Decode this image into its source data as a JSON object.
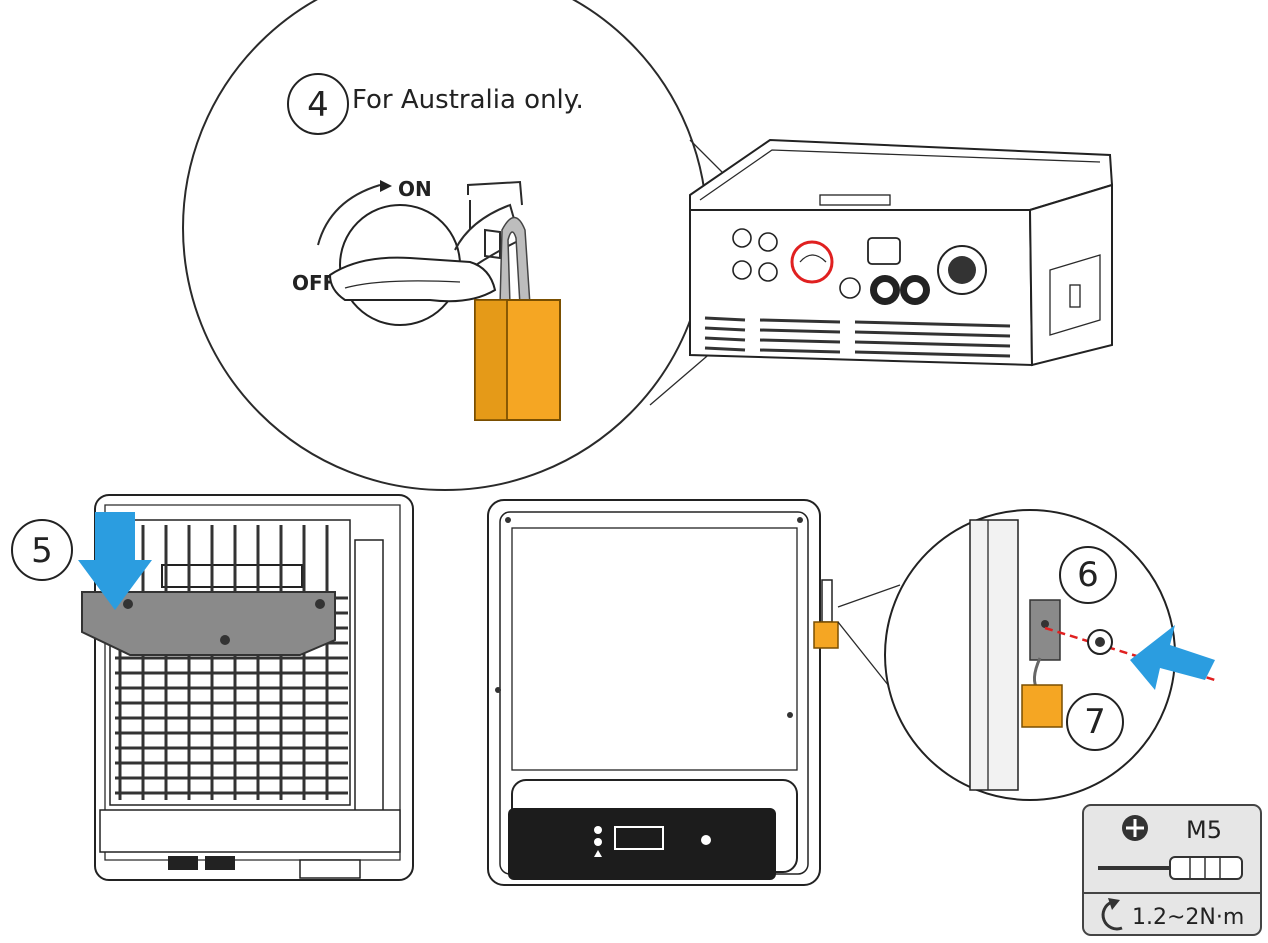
{
  "steps": {
    "four": {
      "number": "4",
      "caption": "For Australia only."
    },
    "five": {
      "number": "5"
    },
    "six": {
      "number": "6"
    },
    "seven": {
      "number": "7"
    }
  },
  "switch": {
    "on_label": "ON",
    "off_label": "OFF"
  },
  "spec_box": {
    "screw": "M5",
    "torque": "1.2~2N·m"
  },
  "colors": {
    "lock": "#f5a623",
    "arrow": "#2b9de0",
    "highlight": "#e02020",
    "panel": "#1c1c1c"
  }
}
